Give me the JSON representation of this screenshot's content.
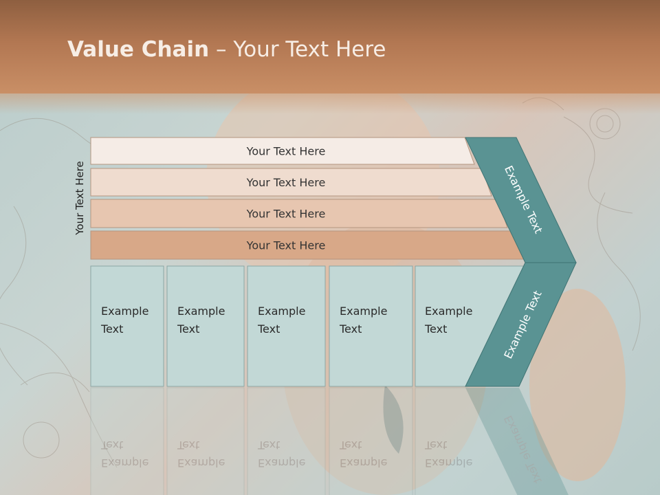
{
  "slide": {
    "title_bold": "Value Chain",
    "title_rest": " – Your Text Here",
    "support_axis_label": "Your Text Here"
  },
  "support_rows": [
    {
      "label": "Your Text Here",
      "fill": "#f5ece6"
    },
    {
      "label": "Your Text Here",
      "fill": "#efdccf"
    },
    {
      "label": "Your Text Here",
      "fill": "#e7c6b0"
    },
    {
      "label": "Your Text Here",
      "fill": "#d8a888"
    }
  ],
  "primary_blocks": [
    {
      "line1": "Example",
      "line2": "Text"
    },
    {
      "line1": "Example",
      "line2": "Text"
    },
    {
      "line1": "Example",
      "line2": "Text"
    },
    {
      "line1": "Example",
      "line2": "Text"
    },
    {
      "line1": "Example",
      "line2": "Text"
    }
  ],
  "margin_arrow": {
    "upper_label": "Example Text",
    "lower_label": "Example Text",
    "color": "#5a9393"
  },
  "colors": {
    "header_top": "#8e5f40",
    "header_bottom": "#c98f66",
    "block_fill": "#c2d8d6",
    "block_stroke": "#8aa6a4"
  }
}
